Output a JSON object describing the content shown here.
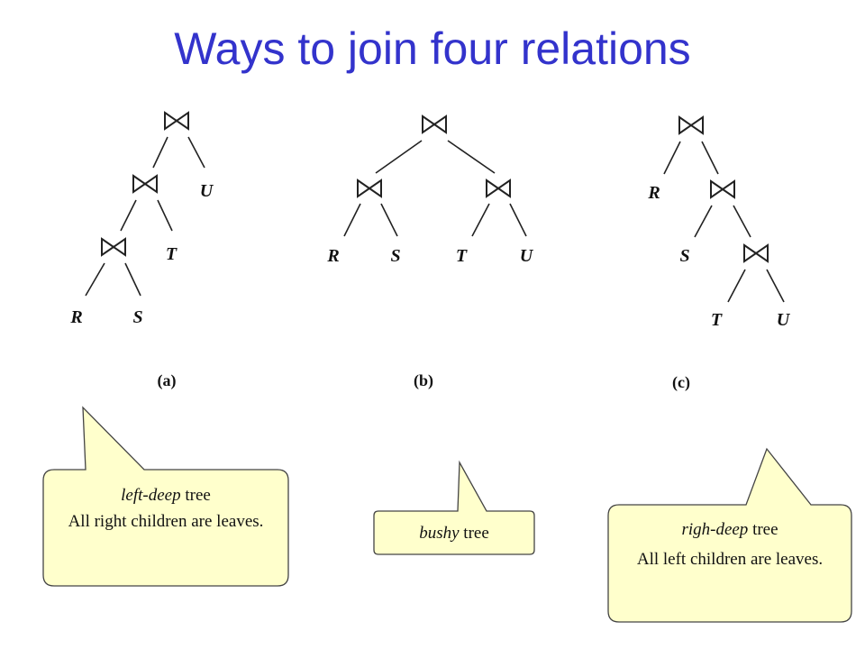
{
  "slide": {
    "title": "Ways to join four relations"
  },
  "join_symbol": "bowtie-join-icon",
  "trees": [
    {
      "caption": "(a)",
      "leaves": [
        "U",
        "T",
        "R",
        "S"
      ]
    },
    {
      "caption": "(b)",
      "leaves": [
        "R",
        "S",
        "T",
        "U"
      ]
    },
    {
      "caption": "(c)",
      "leaves": [
        "R",
        "S",
        "T",
        "U"
      ]
    }
  ],
  "callouts": [
    {
      "term": "left-deep",
      "suffix": " tree",
      "note": "All right children are leaves."
    },
    {
      "term": "bushy",
      "suffix": " tree",
      "note": ""
    },
    {
      "term": "righ-deep",
      "suffix": " tree",
      "note": "All left children are leaves."
    }
  ],
  "colors": {
    "title": "#3333cc",
    "callout_fill": "#ffffcc"
  }
}
